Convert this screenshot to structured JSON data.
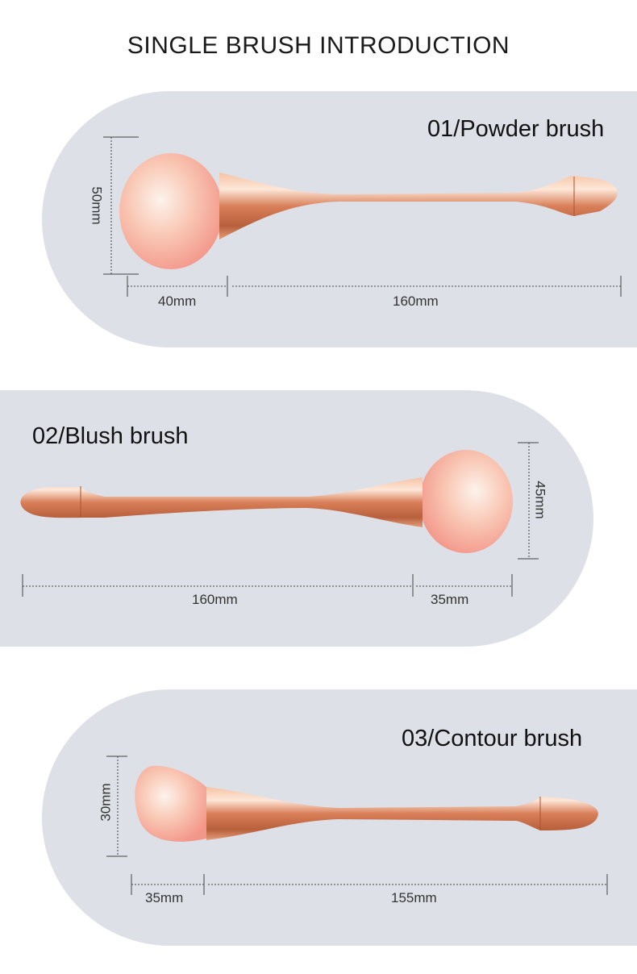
{
  "title": "SINGLE BRUSH INTRODUCTION",
  "brushes": [
    {
      "name": "01/Powder brush",
      "height": "50mm",
      "head_width": "40mm",
      "handle_length": "160mm"
    },
    {
      "name": "02/Blush brush",
      "height": "45mm",
      "handle_length": "160mm",
      "head_width": "35mm"
    },
    {
      "name": "03/Contour brush",
      "height": "30mm",
      "head_width": "35mm",
      "handle_length": "155mm"
    }
  ],
  "colors": {
    "panel": "#dde1e7",
    "bristle_tip": "#fdeee4",
    "bristle_base": "#f29a8e",
    "handle_light": "#fde2cf",
    "handle_mid": "#e7916b",
    "handle_dark": "#a9502f"
  }
}
